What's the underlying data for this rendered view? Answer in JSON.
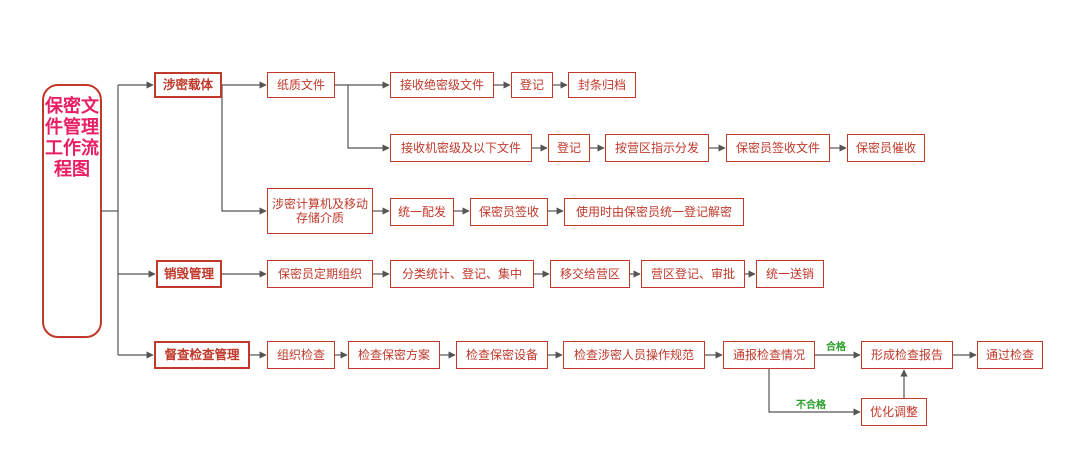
{
  "title": "保密文件管理工作流程图",
  "colors": {
    "border": "#c0392b",
    "title_text": "#e91e63",
    "arrow": "#555555",
    "label_green": "#2aa02a"
  },
  "branches": {
    "carrier": "涉密载体",
    "destroy": "销毁管理",
    "inspect": "督查检查管理"
  },
  "carrier": {
    "paper": "纸质文件",
    "secret_top": {
      "steps": [
        "接收绝密级文件",
        "登记",
        "封条归档"
      ]
    },
    "secret_low": {
      "steps": [
        "接收机密级及以下文件",
        "登记",
        "按营区指示分发",
        "保密员签收文件",
        "保密员催收"
      ]
    },
    "computer": "涉密计算机及移动存储介质",
    "computer_steps": [
      "统一配发",
      "保密员签收",
      "使用时由保密员统一登记解密"
    ]
  },
  "destroy": {
    "steps": [
      "保密员定期组织",
      "分类统计、登记、集中",
      "移交给营区",
      "营区登记、审批",
      "统一送销"
    ]
  },
  "inspect": {
    "steps": [
      "组织检查",
      "检查保密方案",
      "检查保密设备",
      "检查涉密人员操作规范",
      "通报检查情况"
    ],
    "pass_label": "合格",
    "fail_label": "不合格",
    "report": "形成检查报告",
    "passed": "通过检查",
    "optimize": "优化调整"
  }
}
